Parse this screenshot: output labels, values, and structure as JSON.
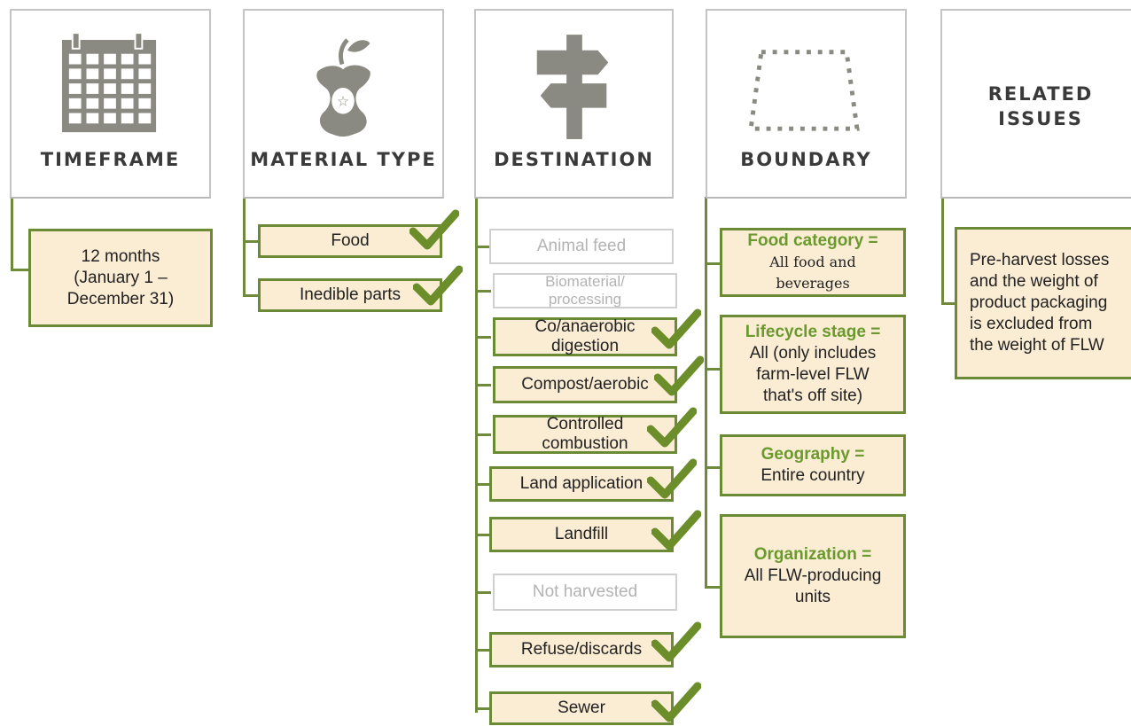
{
  "headers": {
    "timeframe": "TIMEFRAME",
    "material_type": "MATERIAL TYPE",
    "destination": "DESTINATION",
    "boundary": "BOUNDARY",
    "related_issues": [
      "RELATED",
      "ISSUES"
    ]
  },
  "timeframe": [
    "12 months",
    "(January 1 –",
    "December 31)"
  ],
  "material_type": [
    {
      "label": "Food",
      "checked": true
    },
    {
      "label": "Inedible parts",
      "checked": true
    }
  ],
  "destination": [
    {
      "label": "Animal feed",
      "checked": false
    },
    {
      "label": "Biomaterial/ processing",
      "checked": false
    },
    {
      "label": "Co/anaerobic digestion",
      "checked": true
    },
    {
      "label": "Compost/aerobic",
      "checked": true
    },
    {
      "label": "Controlled combustion",
      "checked": true
    },
    {
      "label": "Land application",
      "checked": true
    },
    {
      "label": "Landfill",
      "checked": true
    },
    {
      "label": "Not harvested",
      "checked": false
    },
    {
      "label": "Refuse/discards",
      "checked": true
    },
    {
      "label": "Sewer",
      "checked": true
    }
  ],
  "boundary": [
    {
      "heading": "Food category =",
      "body": [
        "All food and",
        "beverages"
      ]
    },
    {
      "heading": "Lifecycle stage =",
      "body": [
        "All (only includes",
        "farm-level FLW",
        "that's off site)"
      ]
    },
    {
      "heading": "Geography =",
      "body": [
        "Entire country"
      ]
    },
    {
      "heading": "Organization =",
      "body": [
        "All FLW-producing",
        "units"
      ]
    }
  ],
  "related_issues": [
    "Pre-harvest losses",
    "and the weight of",
    "product packaging",
    "is excluded from",
    "the weight of FLW"
  ],
  "colors": {
    "accent_green": "#6a8a36",
    "check_green": "#6b8e2a",
    "heading_green": "#6a9a2e",
    "box_fill": "#fbecd4",
    "icon_gray": "#8a8a82"
  },
  "icons": [
    "calendar-icon",
    "apple-core-icon",
    "signpost-icon",
    "boundary-trapezoid-icon"
  ]
}
